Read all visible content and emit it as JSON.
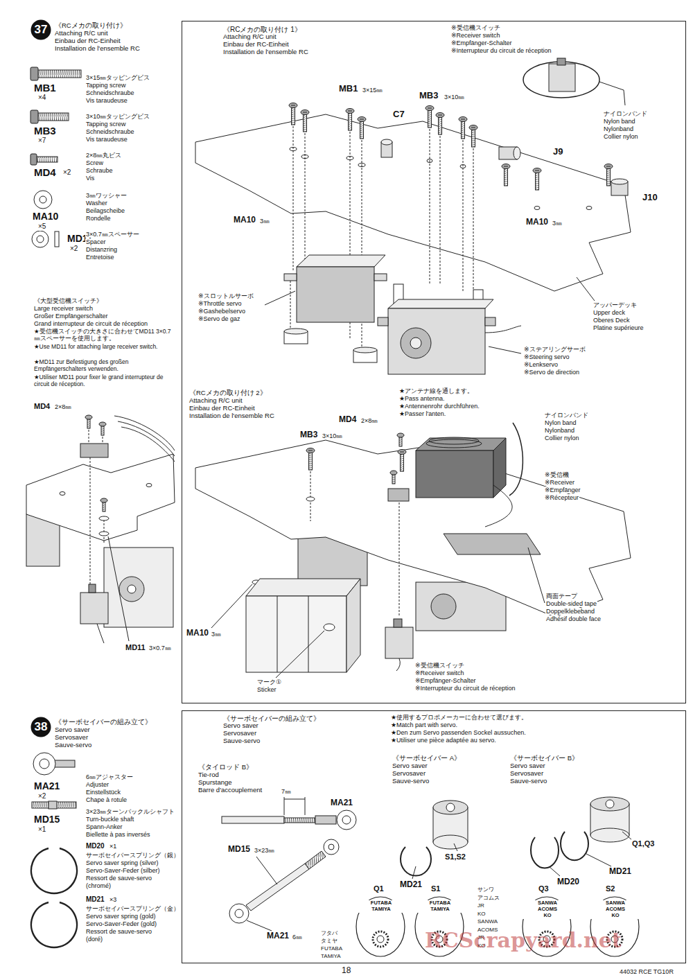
{
  "diagram": {
    "nodes": [
      {
        "text": [
          "37"
        ]
      },
      {
        "text": [
          "《RCメカの取り付け 1》",
          "Attaching R/C unit",
          "Einbau der RC-Einheit",
          "Installation de l'ensemble RC"
        ]
      },
      {
        "text": [
          "37"
        ],
        "in": 1
      },
      {
        "text": [
          "38"
        ]
      },
      {
        "text": [
          "《サーボセイバーの組み立て》",
          "Servo saver",
          "Servosaver",
          "Sauve-servo"
        ]
      },
      {
        "text": [
          "38"
        ],
        "in": 4
      },
      {
        "text": [
          "FUTABA",
          "TAMIYA"
        ],
        "in": 4
      },
      {
        "text": [
          "FUTABA",
          "TAMIYA"
        ],
        "in": 4
      },
      {
        "text": [
          "SANWA",
          "ACOMS",
          "KO"
        ],
        "in": 4
      },
      {
        "text": [
          "SANWA",
          "ACOMS",
          "KO"
        ],
        "in": 4
      }
    ],
    "labels": [
      "《RCメカの取り付け》",
      "Attaching R/C unit",
      "Einbau der RC-Einheit",
      "Installation de l'ensemble RC",
      "MB1",
      "×4",
      "3×15㎜タッピングビス",
      "Tapping screw",
      "Schneidschraube",
      "Vis taraudeuse",
      "MB3",
      "×7",
      "3×10㎜タッピングビス",
      "Tapping screw",
      "Schneidschraube",
      "Vis taraudeuse",
      "MD4",
      "×2",
      "2×8㎜丸ビス",
      "Screw",
      "Schraube",
      "Vis",
      "MA10",
      "×5",
      "3㎜ワッシャー",
      "Washer",
      "Beilagscheibe",
      "Rondelle",
      "MD11",
      "×2",
      "3×0.7㎜スペーサー",
      "Spacer",
      "Distanzring",
      "Entretoise",
      "《大型受信機スイッチ》",
      "Large receiver switch",
      "Großer Empfängerschalter",
      "Grand interrupteur de circuit de réception",
      "★受信機スイッチの大きさに合わせてMD11 3×0.7㎜スペーサーを使用します。",
      "★Use MD11 for attaching large receiver switch.",
      "★MD11 zur Befestigung des großen Empfängerschalters verwenden.",
      "★Utiliser MD11 pour fixer le grand interrupteur de circuit de réception.",
      "MD4",
      "2×8㎜",
      "MD11",
      "3×0.7㎜",
      "《サーボセイバーの組み立て》",
      "Servo saver",
      "Servosaver",
      "Sauve-servo",
      "MA21",
      "×2",
      "6㎜アジャスター",
      "Adjuster",
      "Einstellstück",
      "Chape à rotule",
      "MD15",
      "×1",
      "3×23㎜ターンバックルシャフト",
      "Turn-buckle shaft",
      "Spann-Anker",
      "Biellette à pas inversés",
      "MD20",
      "×1",
      "サーボセイバースプリング（銀）",
      "Servo saver spring (silver)",
      "Servo-Saver-Feder (silber)",
      "Ressort de sauve-servo",
      "(chromé)",
      "MD21",
      "×3",
      "サーボセイバースプリング（金）",
      "Servo saver spring (gold)",
      "Servo-Saver-Feder (gold)",
      "Ressort de sauve-servo",
      "(doré)",
      "※受信機スイッチ",
      "※Receiver switch",
      "※Empfänger-Schalter",
      "※Interrupteur du circuit de réception",
      "ナイロンバンド",
      "Nylon band",
      "Nylonband",
      "Collier nylon",
      "MB1",
      "3×15㎜",
      "C7",
      "MB3",
      "3×10㎜",
      "J9",
      "J10",
      "MA10",
      "3㎜",
      "MA10",
      "3㎜",
      "※スロットルサーボ",
      "※Throttle servo",
      "※Gashebelservo",
      "※Servo de gaz",
      "アッパーデッキ",
      "Upper deck",
      "Oberes Deck",
      "Platine supérieure",
      "※ステアリングサーボ",
      "※Steering servo",
      "※Lenkservo",
      "※Servo de direction",
      "《RCメカの取り付け 2》",
      "Attaching R/C unit",
      "Einbau der RC-Einheit",
      "Installation de l'ensemble RC",
      "★アンテナ線を通します。",
      "★Pass antenna.",
      "★Antennenrohr durchführen.",
      "★Passer l'anten.",
      "MD4",
      "2×8㎜",
      "ナイロンバンド",
      "Nylon band",
      "Nylonband",
      "Collier nylon",
      "MB3",
      "3×10㎜",
      "※受信機",
      "※Receiver",
      "※Empfänger",
      "※Récepteur",
      "両面テープ",
      "Double-sided tape",
      "Doppelklebeband",
      "Adhésif double face",
      "MA10",
      "3㎜",
      "マーク①",
      "Sticker",
      "※受信機スイッチ",
      "※Receiver switch",
      "※Empfänger-Schalter",
      "※Interrupteur du circuit de réception",
      "★使用するプロポメーカーに合わせて選びます。",
      "★Match part with servo.",
      "★Den zum Servo passenden Sockel aussuchen.",
      "★Utiliser une pièce adaptée au servo.",
      "《タイロッド B》",
      "Tie-rod",
      "Spurstange",
      "Barre d'accouplement",
      "7㎜",
      "MA21",
      "MD15",
      "3×23㎜",
      "MA21",
      "6㎜",
      "《サーボセイバー A》",
      "Servo saver",
      "Servosaver",
      "Sauve-servo",
      "《サーボセイバー B》",
      "Servo saver",
      "Servosaver",
      "Sauve-servo",
      "S1,S2",
      "Q1,Q3",
      "MD21",
      "MD20",
      "MD21",
      "Q1",
      "S1",
      "Q3",
      "S2",
      "フタバ",
      "タミヤ",
      "FUTABA",
      "TAMIYA",
      "サンワ",
      "アコムス",
      "JR",
      "KO",
      "SANWA",
      "ACOMS",
      "JR",
      "KO",
      "18",
      "44032 RCE TG10R",
      "RCScrapyard.net"
    ]
  }
}
